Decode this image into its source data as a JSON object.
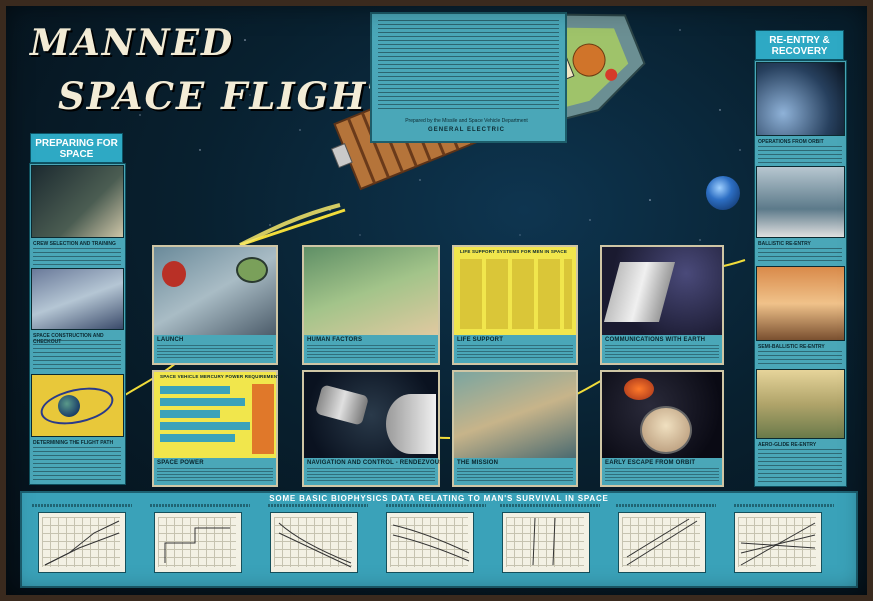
{
  "title": {
    "line1": "MANNED",
    "line2": "SPACE FLIGHT"
  },
  "intro": {
    "sponsor_line": "Prepared by the Missile and Space Vehicle Department",
    "sponsor": "GENERAL ELECTRIC"
  },
  "left_column": {
    "heading": "PREPARING FOR SPACE",
    "captions": [
      "CREW SELECTION AND TRAINING",
      "SPACE CONSTRUCTION AND CHECKOUT",
      "DETERMINING THE FLIGHT PATH"
    ]
  },
  "right_column": {
    "heading": "RE-ENTRY & RECOVERY",
    "captions": [
      "OPERATIONS FROM ORBIT",
      "BALLISTIC RE-ENTRY",
      "SEMI-BALLISTIC RE-ENTRY",
      "AERO-GLIDE RE-ENTRY"
    ]
  },
  "panels": [
    {
      "heading": "LAUNCH"
    },
    {
      "heading": "HUMAN FACTORS"
    },
    {
      "heading": "LIFE SUPPORT SYSTEMS FOR MEN IN SPACE",
      "sub": "LIFE SUPPORT"
    },
    {
      "heading": "COMMUNICATIONS WITH EARTH"
    },
    {
      "heading": "SPACE VEHICLE MERCURY POWER REQUIREMENTS",
      "sub": "SPACE POWER"
    },
    {
      "heading": "NAVIGATION AND CONTROL - RENDEZVOUS"
    },
    {
      "heading": "THE MISSION"
    },
    {
      "heading": "EARLY ESCAPE FROM ORBIT"
    }
  ],
  "bottom": {
    "heading": "SOME BASIC BIOPHYSICS DATA RELATING TO MAN'S SURVIVAL IN SPACE",
    "graph_count": 7
  },
  "colors": {
    "accent": "#2ea9c4",
    "panel": "#4aa7b8",
    "title": "#f3ecd6",
    "background": "#08202f"
  }
}
